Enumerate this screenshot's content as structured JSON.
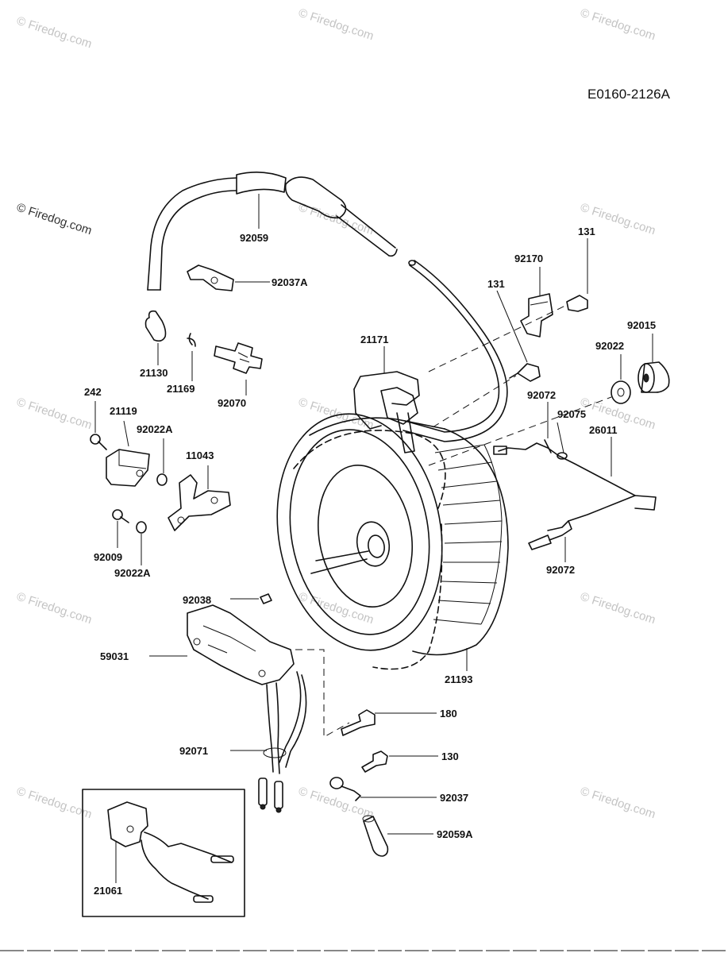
{
  "drawing_code": "E0160-2126A",
  "watermark": "© Firedog.com",
  "callouts": [
    {
      "id": "c-92059",
      "text": "92059"
    },
    {
      "id": "c-92037a-top",
      "text": "92037A"
    },
    {
      "id": "c-21130",
      "text": "21130"
    },
    {
      "id": "c-21169",
      "text": "21169"
    },
    {
      "id": "c-92070",
      "text": "92070"
    },
    {
      "id": "c-242",
      "text": "242"
    },
    {
      "id": "c-21119",
      "text": "21119"
    },
    {
      "id": "c-92022a-1",
      "text": "92022A"
    },
    {
      "id": "c-11043",
      "text": "11043"
    },
    {
      "id": "c-92009",
      "text": "92009"
    },
    {
      "id": "c-92022a-2",
      "text": "92022A"
    },
    {
      "id": "c-21171",
      "text": "21171"
    },
    {
      "id": "c-92170",
      "text": "92170"
    },
    {
      "id": "c-131-a",
      "text": "131"
    },
    {
      "id": "c-131-b",
      "text": "131"
    },
    {
      "id": "c-92015",
      "text": "92015"
    },
    {
      "id": "c-92022",
      "text": "92022"
    },
    {
      "id": "c-92072-a",
      "text": "92072"
    },
    {
      "id": "c-92075",
      "text": "92075"
    },
    {
      "id": "c-26011",
      "text": "26011"
    },
    {
      "id": "c-92072-b",
      "text": "92072"
    },
    {
      "id": "c-92038",
      "text": "92038"
    },
    {
      "id": "c-59031",
      "text": "59031"
    },
    {
      "id": "c-21193",
      "text": "21193"
    },
    {
      "id": "c-180",
      "text": "180"
    },
    {
      "id": "c-92071",
      "text": "92071"
    },
    {
      "id": "c-130",
      "text": "130"
    },
    {
      "id": "c-92037",
      "text": "92037"
    },
    {
      "id": "c-92059a",
      "text": "92059A"
    },
    {
      "id": "c-21061",
      "text": "21061"
    }
  ]
}
